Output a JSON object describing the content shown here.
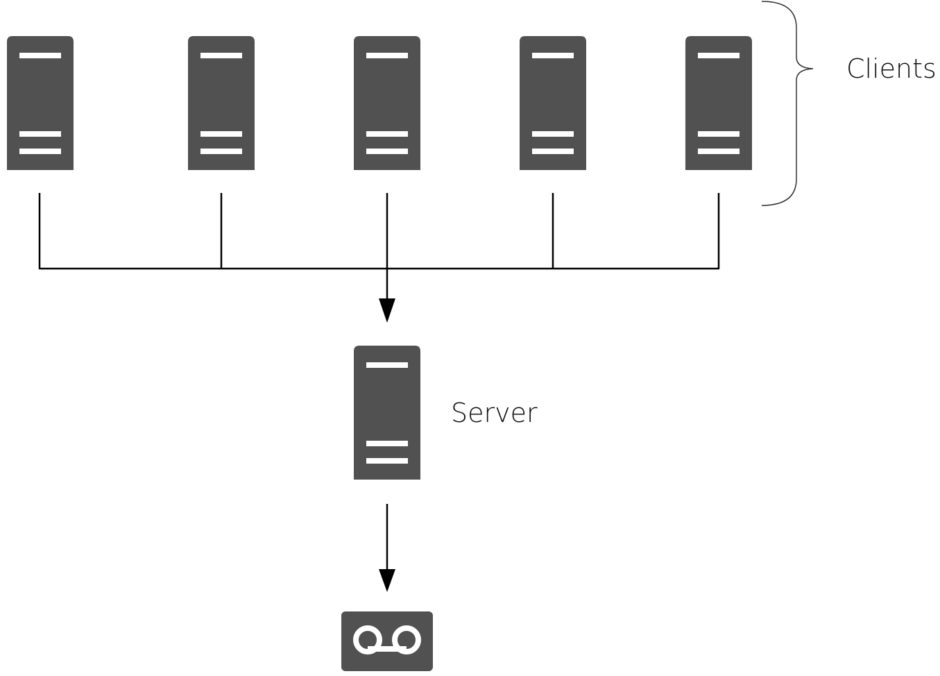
{
  "labels": {
    "clients": "Clients",
    "server": "Server"
  },
  "colors": {
    "device_fill": "#525152",
    "device_stripe": "#ffffff",
    "line": "#000000",
    "brace": "#333333",
    "text": "#111111"
  },
  "nodes": {
    "clients": [
      {
        "icon": "server-icon"
      },
      {
        "icon": "server-icon"
      },
      {
        "icon": "server-icon"
      },
      {
        "icon": "server-icon"
      },
      {
        "icon": "server-icon"
      }
    ],
    "server": {
      "icon": "server-icon"
    },
    "storage": {
      "icon": "tape-drive-icon"
    }
  },
  "edges": [
    {
      "from": "clients",
      "to": "server",
      "type": "arrow"
    },
    {
      "from": "server",
      "to": "storage",
      "type": "arrow"
    }
  ]
}
